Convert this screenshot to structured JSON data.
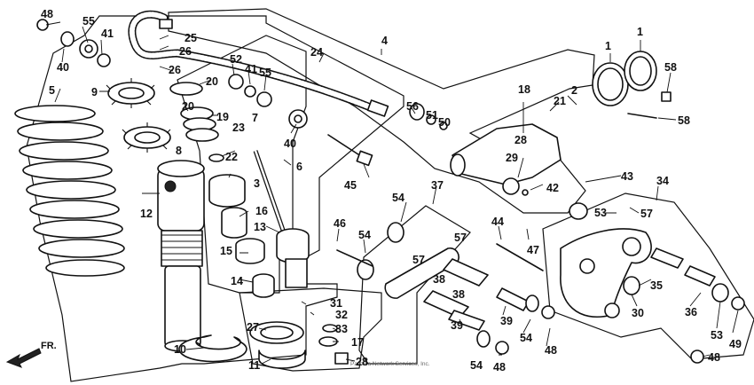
{
  "diagram": {
    "labels": {
      "n48a": "48",
      "n55a": "55",
      "n41a": "41",
      "n40a": "40",
      "n25": "25",
      "n26a": "26",
      "n26b": "26",
      "n5": "5",
      "n9": "9",
      "n20a": "20",
      "n20b": "20",
      "n19": "19",
      "n23": "23",
      "n7": "7",
      "n52": "52",
      "n41b": "41",
      "n55b": "55",
      "n24": "24",
      "n4": "4",
      "n8": "8",
      "n22": "22",
      "n40b": "40",
      "n6": "6",
      "n3": "3",
      "n12": "12",
      "n16": "16",
      "n13": "13",
      "n15": "15",
      "n14": "14",
      "n45": "45",
      "n56": "56",
      "n51": "51",
      "n50": "50",
      "n18": "18",
      "n28a": "28",
      "n21": "21",
      "n2": "2",
      "n29": "29",
      "n42": "42",
      "n1a": "1",
      "n1b": "1",
      "n58a": "58",
      "n58b": "58",
      "n43": "43",
      "n37": "37",
      "n54a": "54",
      "n46": "46",
      "n54b": "54",
      "n57a": "57",
      "n57b": "57",
      "n38a": "38",
      "n38b": "38",
      "n31": "31",
      "n32": "32",
      "n27": "27",
      "n33": "33",
      "n17": "17",
      "n10": "10",
      "n11": "11",
      "n28b": "28",
      "n39a": "39",
      "n39b": "39",
      "n54c": "54",
      "n54d": "54",
      "n48b": "48",
      "n48c": "48",
      "n44": "44",
      "n47": "47",
      "n34": "34",
      "n53a": "53",
      "n57c": "57",
      "n35": "35",
      "n30": "30",
      "n36": "36",
      "n53b": "53",
      "n49": "49",
      "n48d": "48"
    },
    "orientation_label": "FR.",
    "watermark": "Partzilla Network Services, Inc."
  }
}
